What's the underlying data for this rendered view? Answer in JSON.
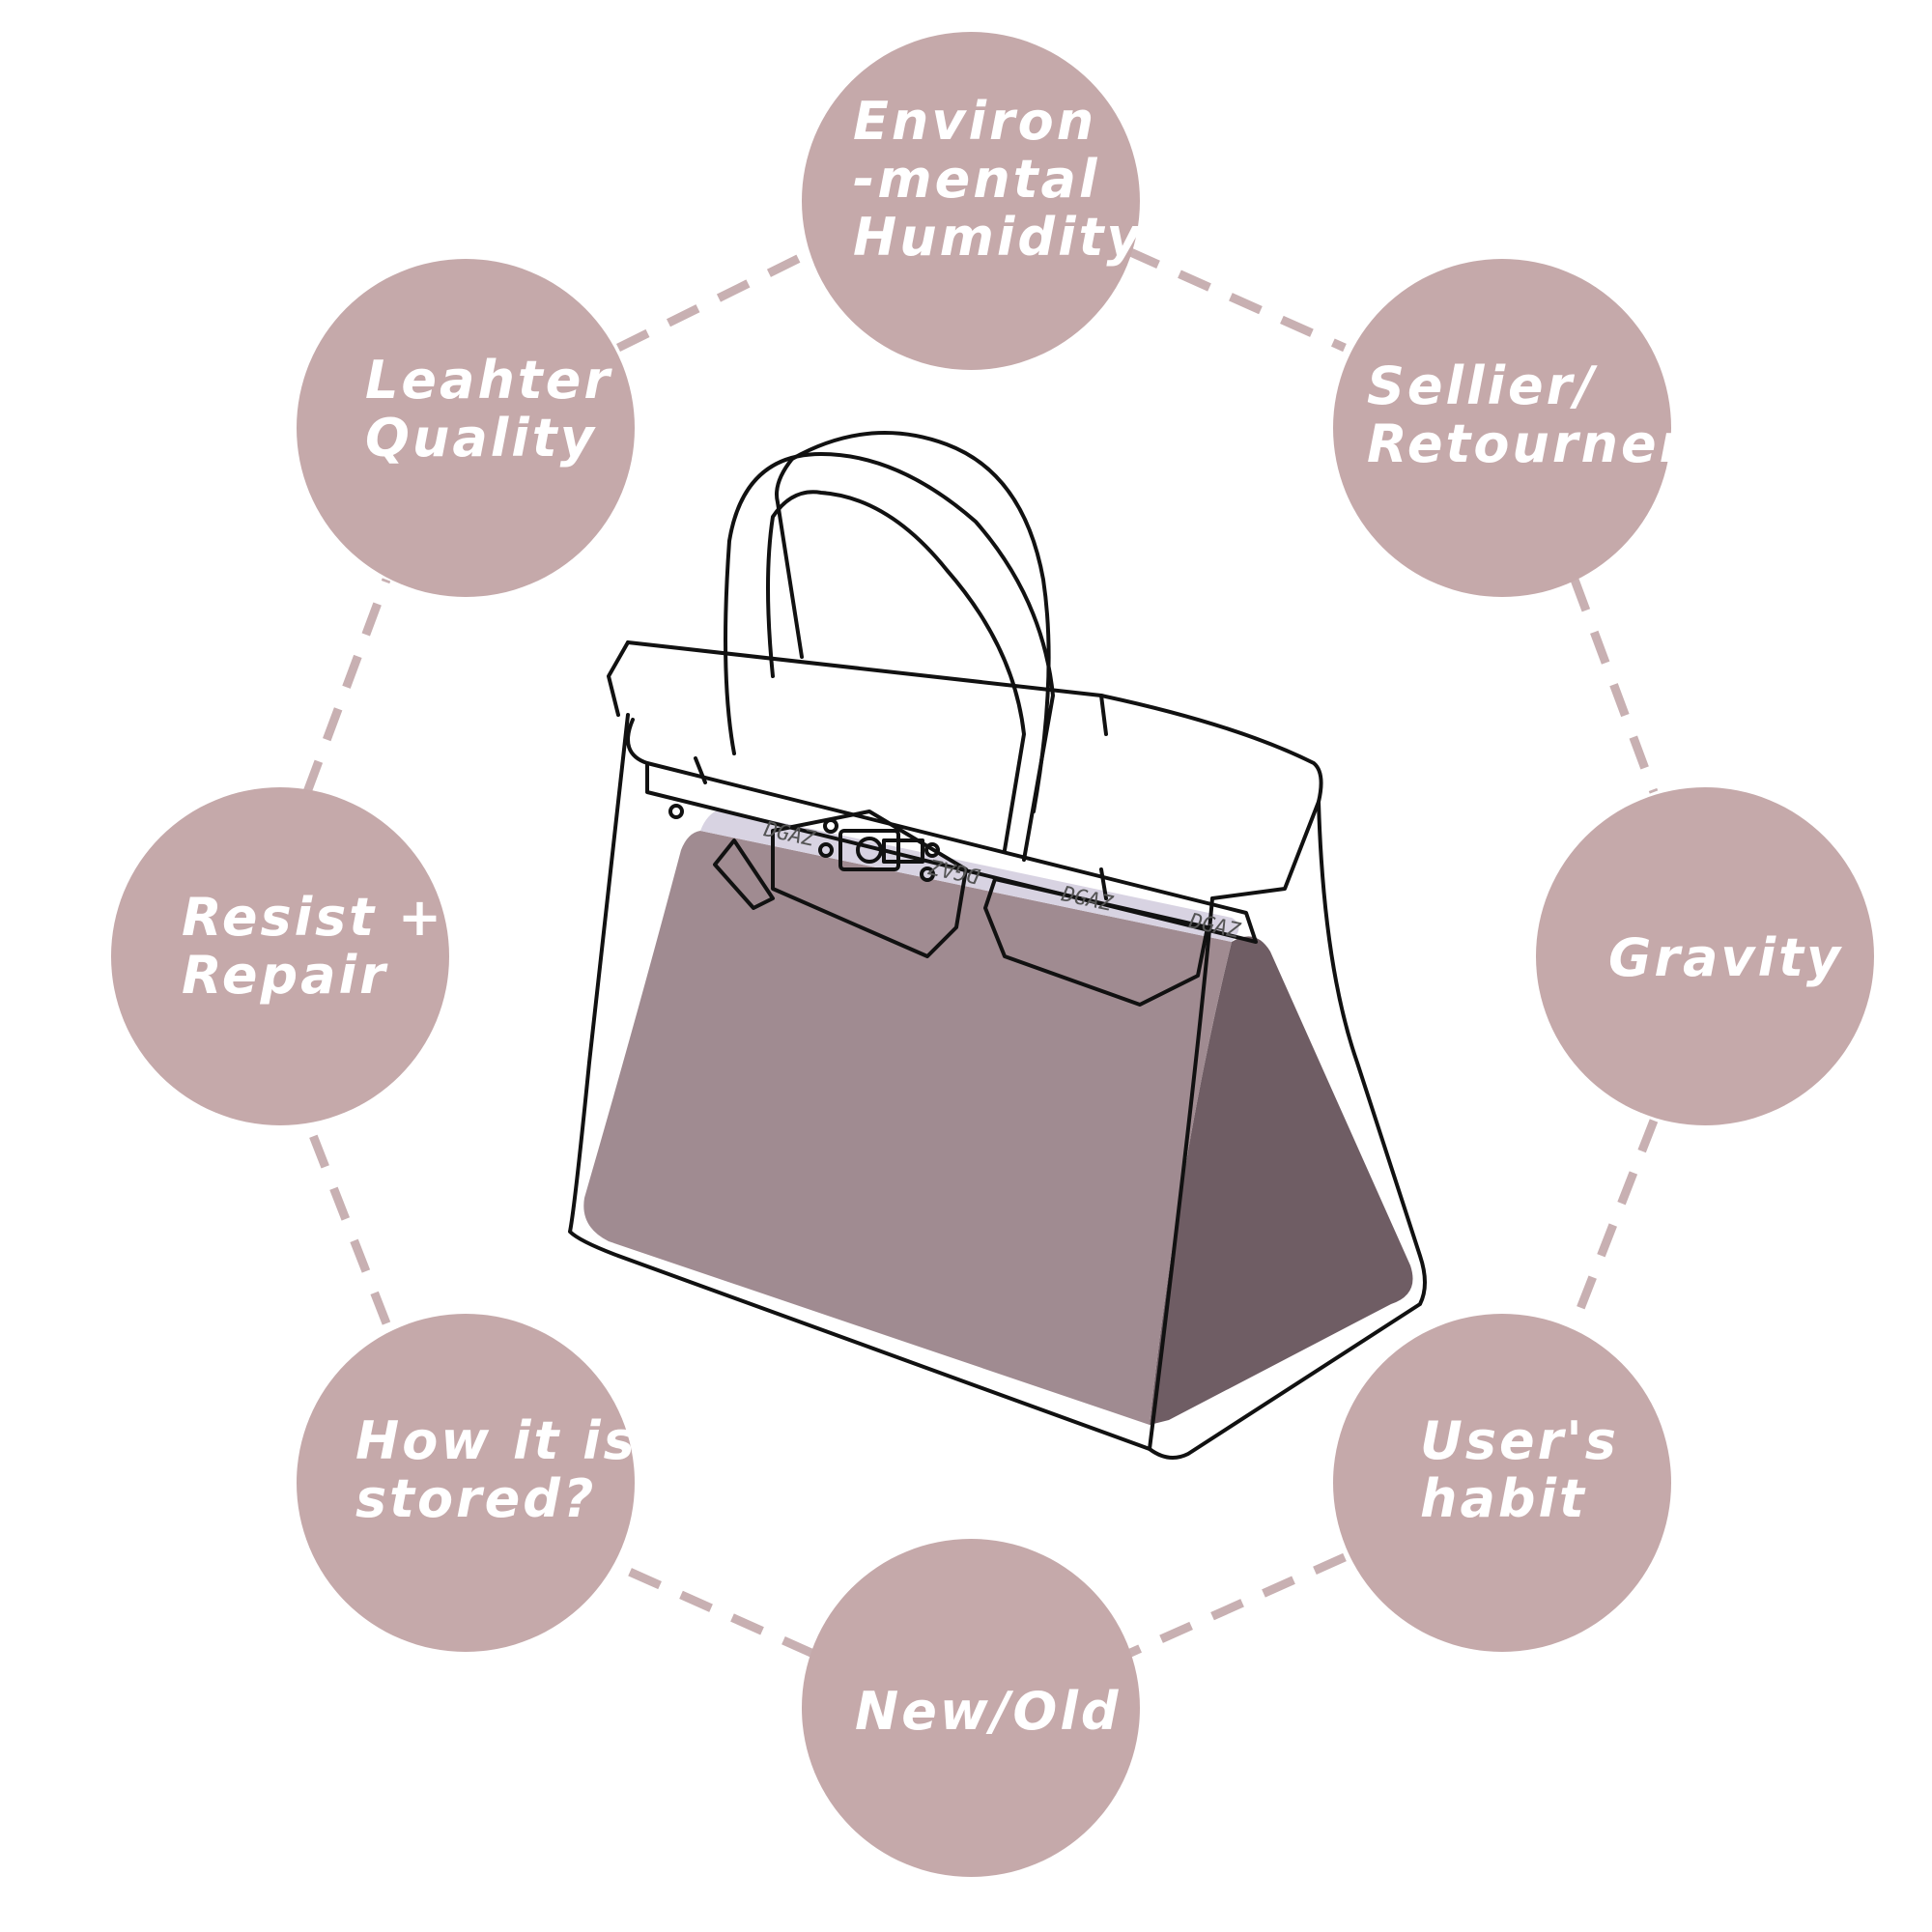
{
  "colors": {
    "node_fill": "#c5a9aa",
    "connector": "#c8b0b2",
    "label_text": "#ffffff",
    "insert_front": "#a08b91",
    "insert_side": "#6f5d64",
    "insert_top": "#d8d3e2",
    "bag_outline": "#111111"
  },
  "nodes": [
    {
      "id": "environmental-humidity",
      "lines": [
        "Environ",
        "-mental",
        "Humidity"
      ]
    },
    {
      "id": "sellier-retourner",
      "lines": [
        "Sellier/",
        "Retourner"
      ]
    },
    {
      "id": "gravity",
      "lines": [
        "Gravity"
      ]
    },
    {
      "id": "users-habit",
      "lines": [
        "User's",
        "habit"
      ]
    },
    {
      "id": "new-old",
      "lines": [
        "New/Old"
      ]
    },
    {
      "id": "how-it-is-stored",
      "lines": [
        "How it is",
        "stored?"
      ]
    },
    {
      "id": "resist-repair",
      "lines": [
        "Resist +",
        "Repair"
      ]
    },
    {
      "id": "leather-quality",
      "lines": [
        "Leahter",
        "Quality"
      ]
    }
  ],
  "center_illustration": {
    "icon": "handbag-with-insert-icon",
    "brand_marks": [
      "DGAZ",
      "DGAZ",
      "DGAZ",
      "DGAZ"
    ]
  }
}
